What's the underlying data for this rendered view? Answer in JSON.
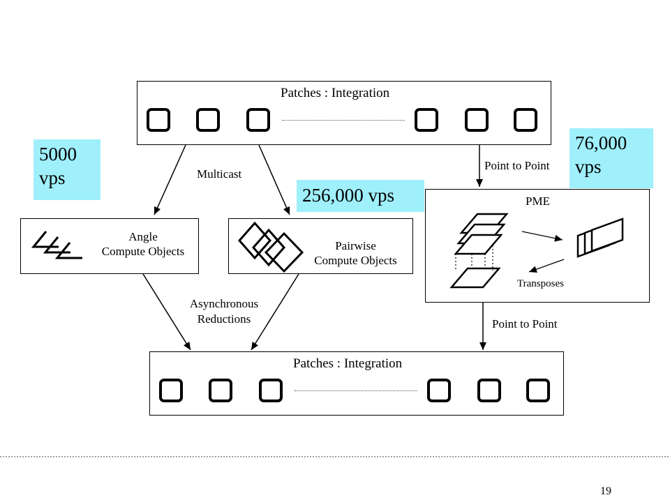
{
  "top_box": {
    "title": "Patches : Integration"
  },
  "bottom_box": {
    "title": "Patches : Integration"
  },
  "angle_box": {
    "line1": "Angle",
    "line2": "Compute Objects"
  },
  "pairwise_box": {
    "line1": "Pairwise",
    "line2": "Compute Objects"
  },
  "pme_box": {
    "title": "PME",
    "transposes": "Transposes"
  },
  "edges": {
    "multicast": "Multicast",
    "async_line1": "Asynchronous",
    "async_line2": "Reductions",
    "p2p_top": "Point to Point",
    "p2p_bottom": "Point to Point"
  },
  "badges": {
    "angle_rate_line1": "5000",
    "angle_rate_line2": "vps",
    "pairwise_rate": "256,000 vps",
    "pme_rate_line1": "76,000",
    "pme_rate_line2": "vps"
  },
  "colors": {
    "badge_bg": "#9ff0fb"
  },
  "page_number": "19"
}
